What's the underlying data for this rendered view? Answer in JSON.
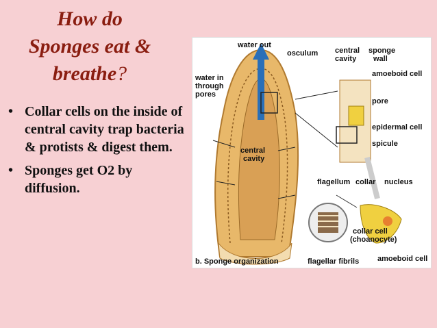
{
  "title": {
    "line1": "How do",
    "line2": "Sponges eat &",
    "line3": "breathe",
    "qmark": "?"
  },
  "bullets": [
    {
      "text": "Collar cells on the inside of central cavity trap bacteria & protists & digest them."
    },
    {
      "text": "Sponges get O2 by diffusion."
    }
  ],
  "figure": {
    "labels": {
      "water_out": "water out",
      "osculum": "osculum",
      "central_cavity_1": "central",
      "central_cavity_2": "cavity",
      "sponge_wall_1": "sponge",
      "sponge_wall_2": "wall",
      "water_in_1": "water in",
      "water_in_2": "through",
      "water_in_3": "pores",
      "amoeboid_cell": "amoeboid cell",
      "pore": "pore",
      "epidermal_cell": "epidermal cell",
      "spicule": "spicule",
      "inner_central_1": "central",
      "inner_central_2": "cavity",
      "flagellum": "flagellum",
      "collar": "collar",
      "nucleus": "nucleus",
      "collar_cell_1": "collar cell",
      "collar_cell_2": "(choanocyte)",
      "caption": "b. Sponge organization",
      "flagellar_fibrils": "flagellar fibrils",
      "amoeboid_cell_2": "amoeboid cell"
    },
    "colors": {
      "body": "#e8b86a",
      "body_dark": "#c28a3c",
      "arrow_blue": "#2a6fb8",
      "cell_yellow": "#f0d040"
    }
  }
}
